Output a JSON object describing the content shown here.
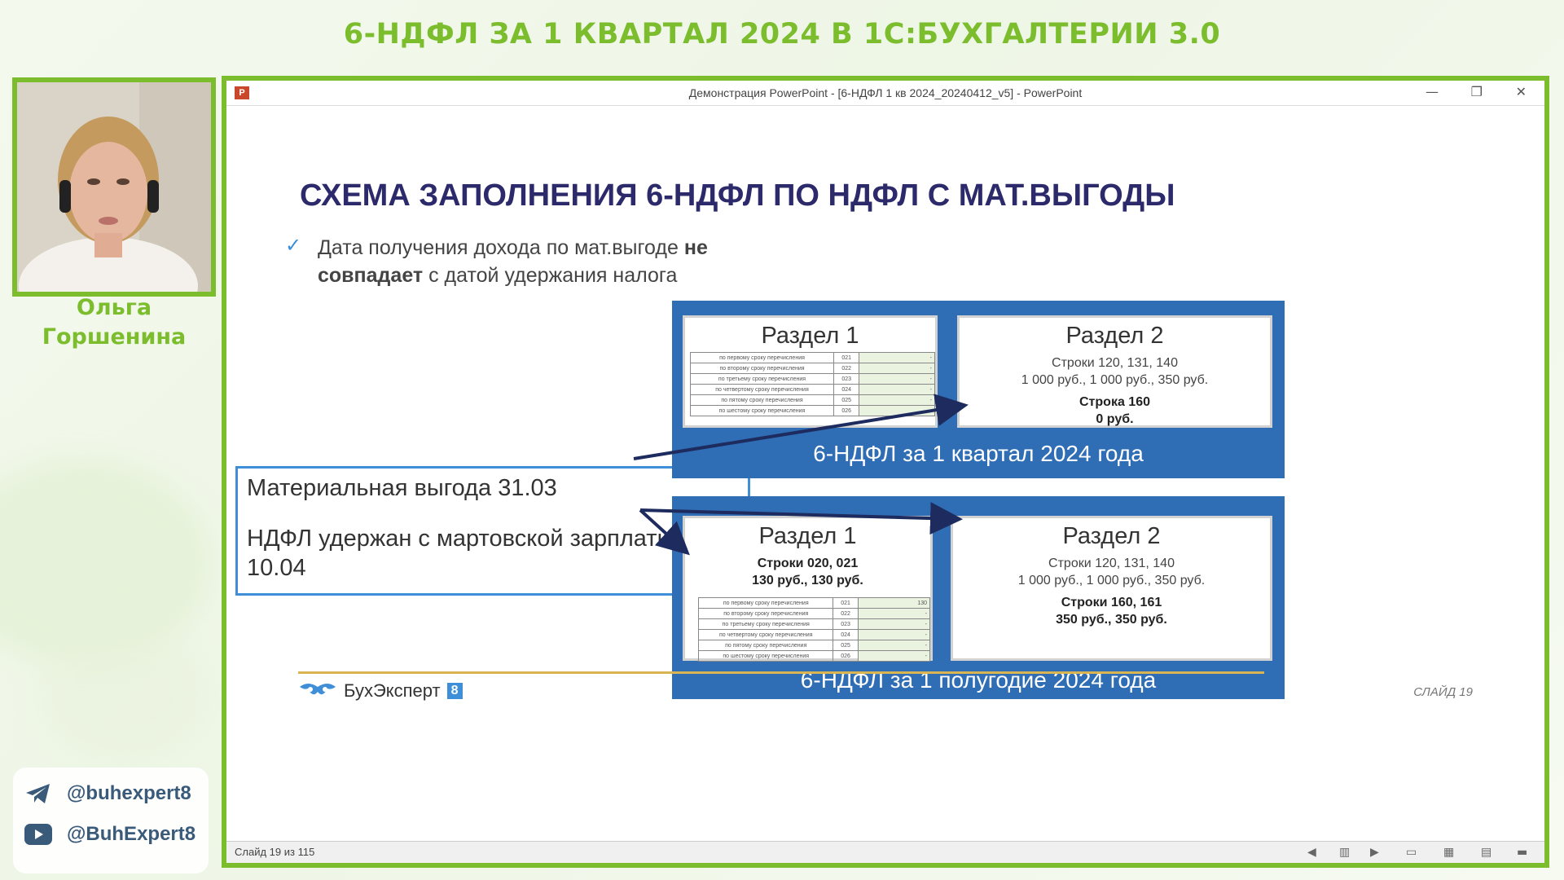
{
  "header": {
    "title": "6-НДФЛ ЗА 1 КВАРТАЛ 2024 В 1С:БУХГАЛТЕРИИ 3.0"
  },
  "presenter": {
    "name_line1": "Ольга",
    "name_line2": "Горшенина"
  },
  "social": {
    "telegram": "@buhexpert8",
    "youtube": "@BuhExpert8"
  },
  "ppt": {
    "window_title": "Демонстрация PowerPoint - [6-НДФЛ 1 кв 2024_20240412_v5] - PowerPoint",
    "app_icon": "P",
    "status_text": "Слайд 19 из 115"
  },
  "slide": {
    "title": "СХЕМА ЗАПОЛНЕНИЯ 6-НДФЛ ПО НДФЛ С МАТ.ВЫГОДЫ",
    "bullet_part1": "Дата получения дохода по мат.выгоде ",
    "bullet_bold1": "не совпадает",
    "bullet_part2": " с датой удержания налога",
    "event_line1": "Материальная выгода 31.03",
    "event_line2": "НДФЛ удержан с мартовской зарплаты 10.04",
    "top_panel": {
      "caption": "6-НДФЛ за 1 квартал 2024 года",
      "section1_head": "Раздел 1",
      "section2_head": "Раздел 2",
      "section2_line1": "Строки 120, 131, 140",
      "section2_line2": "1 000 руб., 1 000 руб., 350 руб.",
      "section2_bold1": "Строка 160",
      "section2_bold2": "0 руб."
    },
    "bottom_panel": {
      "caption": "6-НДФЛ за 1 полугодие 2024 года",
      "section1_head": "Раздел 1",
      "section1_bold1": "Строки 020, 021",
      "section1_bold2": "130 руб., 130 руб.",
      "section2_head": "Раздел 2",
      "section2_line1": "Строки 120, 131, 140",
      "section2_line2": "1 000 руб., 1 000 руб., 350 руб.",
      "section2_bold1": "Строки 160, 161",
      "section2_bold2": "350 руб., 350 руб."
    },
    "mini_rows_top": [
      {
        "label": "по первому сроку перечисления",
        "code": "021",
        "value": "-"
      },
      {
        "label": "по второму сроку перечисления",
        "code": "022",
        "value": "-"
      },
      {
        "label": "по третьему сроку перечисления",
        "code": "023",
        "value": "-"
      },
      {
        "label": "по четвертому сроку перечисления",
        "code": "024",
        "value": "-"
      },
      {
        "label": "по пятому сроку перечисления",
        "code": "025",
        "value": "-"
      },
      {
        "label": "по шестому сроку перечисления",
        "code": "026",
        "value": "-"
      }
    ],
    "mini_rows_bottom": [
      {
        "label": "по первому сроку перечисления",
        "code": "021",
        "value": "130"
      },
      {
        "label": "по второму сроку перечисления",
        "code": "022",
        "value": "-"
      },
      {
        "label": "по третьему сроку перечисления",
        "code": "023",
        "value": "-"
      },
      {
        "label": "по четвертому сроку перечисления",
        "code": "024",
        "value": "-"
      },
      {
        "label": "по пятому сроку перечисления",
        "code": "025",
        "value": "-"
      },
      {
        "label": "по шестому сроку перечисления",
        "code": "026",
        "value": "-"
      }
    ],
    "brand_name": "БухЭксперт",
    "brand_num": "8",
    "slide_label": "СЛАЙД 19"
  },
  "colors": {
    "accent_green": "#7cbd2e",
    "panel_blue": "#2f6db5",
    "title_navy": "#2c2a6b"
  }
}
